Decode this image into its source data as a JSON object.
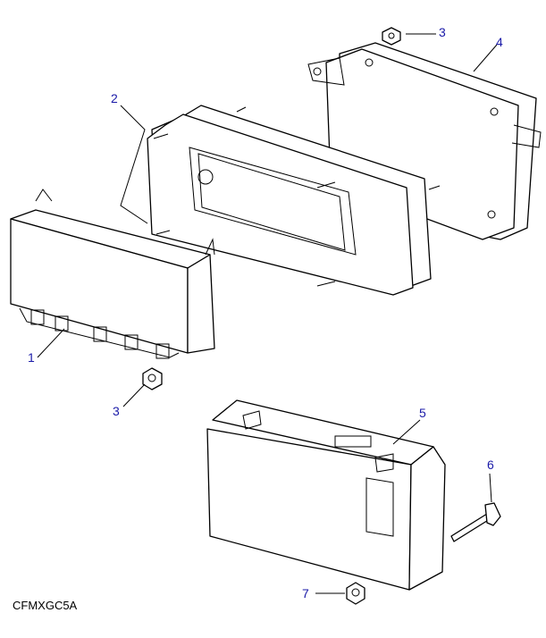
{
  "diagram": {
    "reference_code": "CFMXGC5A",
    "callouts": [
      {
        "id": "1",
        "label": "1"
      },
      {
        "id": "2",
        "label": "2"
      },
      {
        "id": "3a",
        "label": "3"
      },
      {
        "id": "3b",
        "label": "3"
      },
      {
        "id": "4",
        "label": "4"
      },
      {
        "id": "5",
        "label": "5"
      },
      {
        "id": "6",
        "label": "6"
      },
      {
        "id": "7",
        "label": "7"
      }
    ],
    "label_color": "#1a1aa8"
  }
}
